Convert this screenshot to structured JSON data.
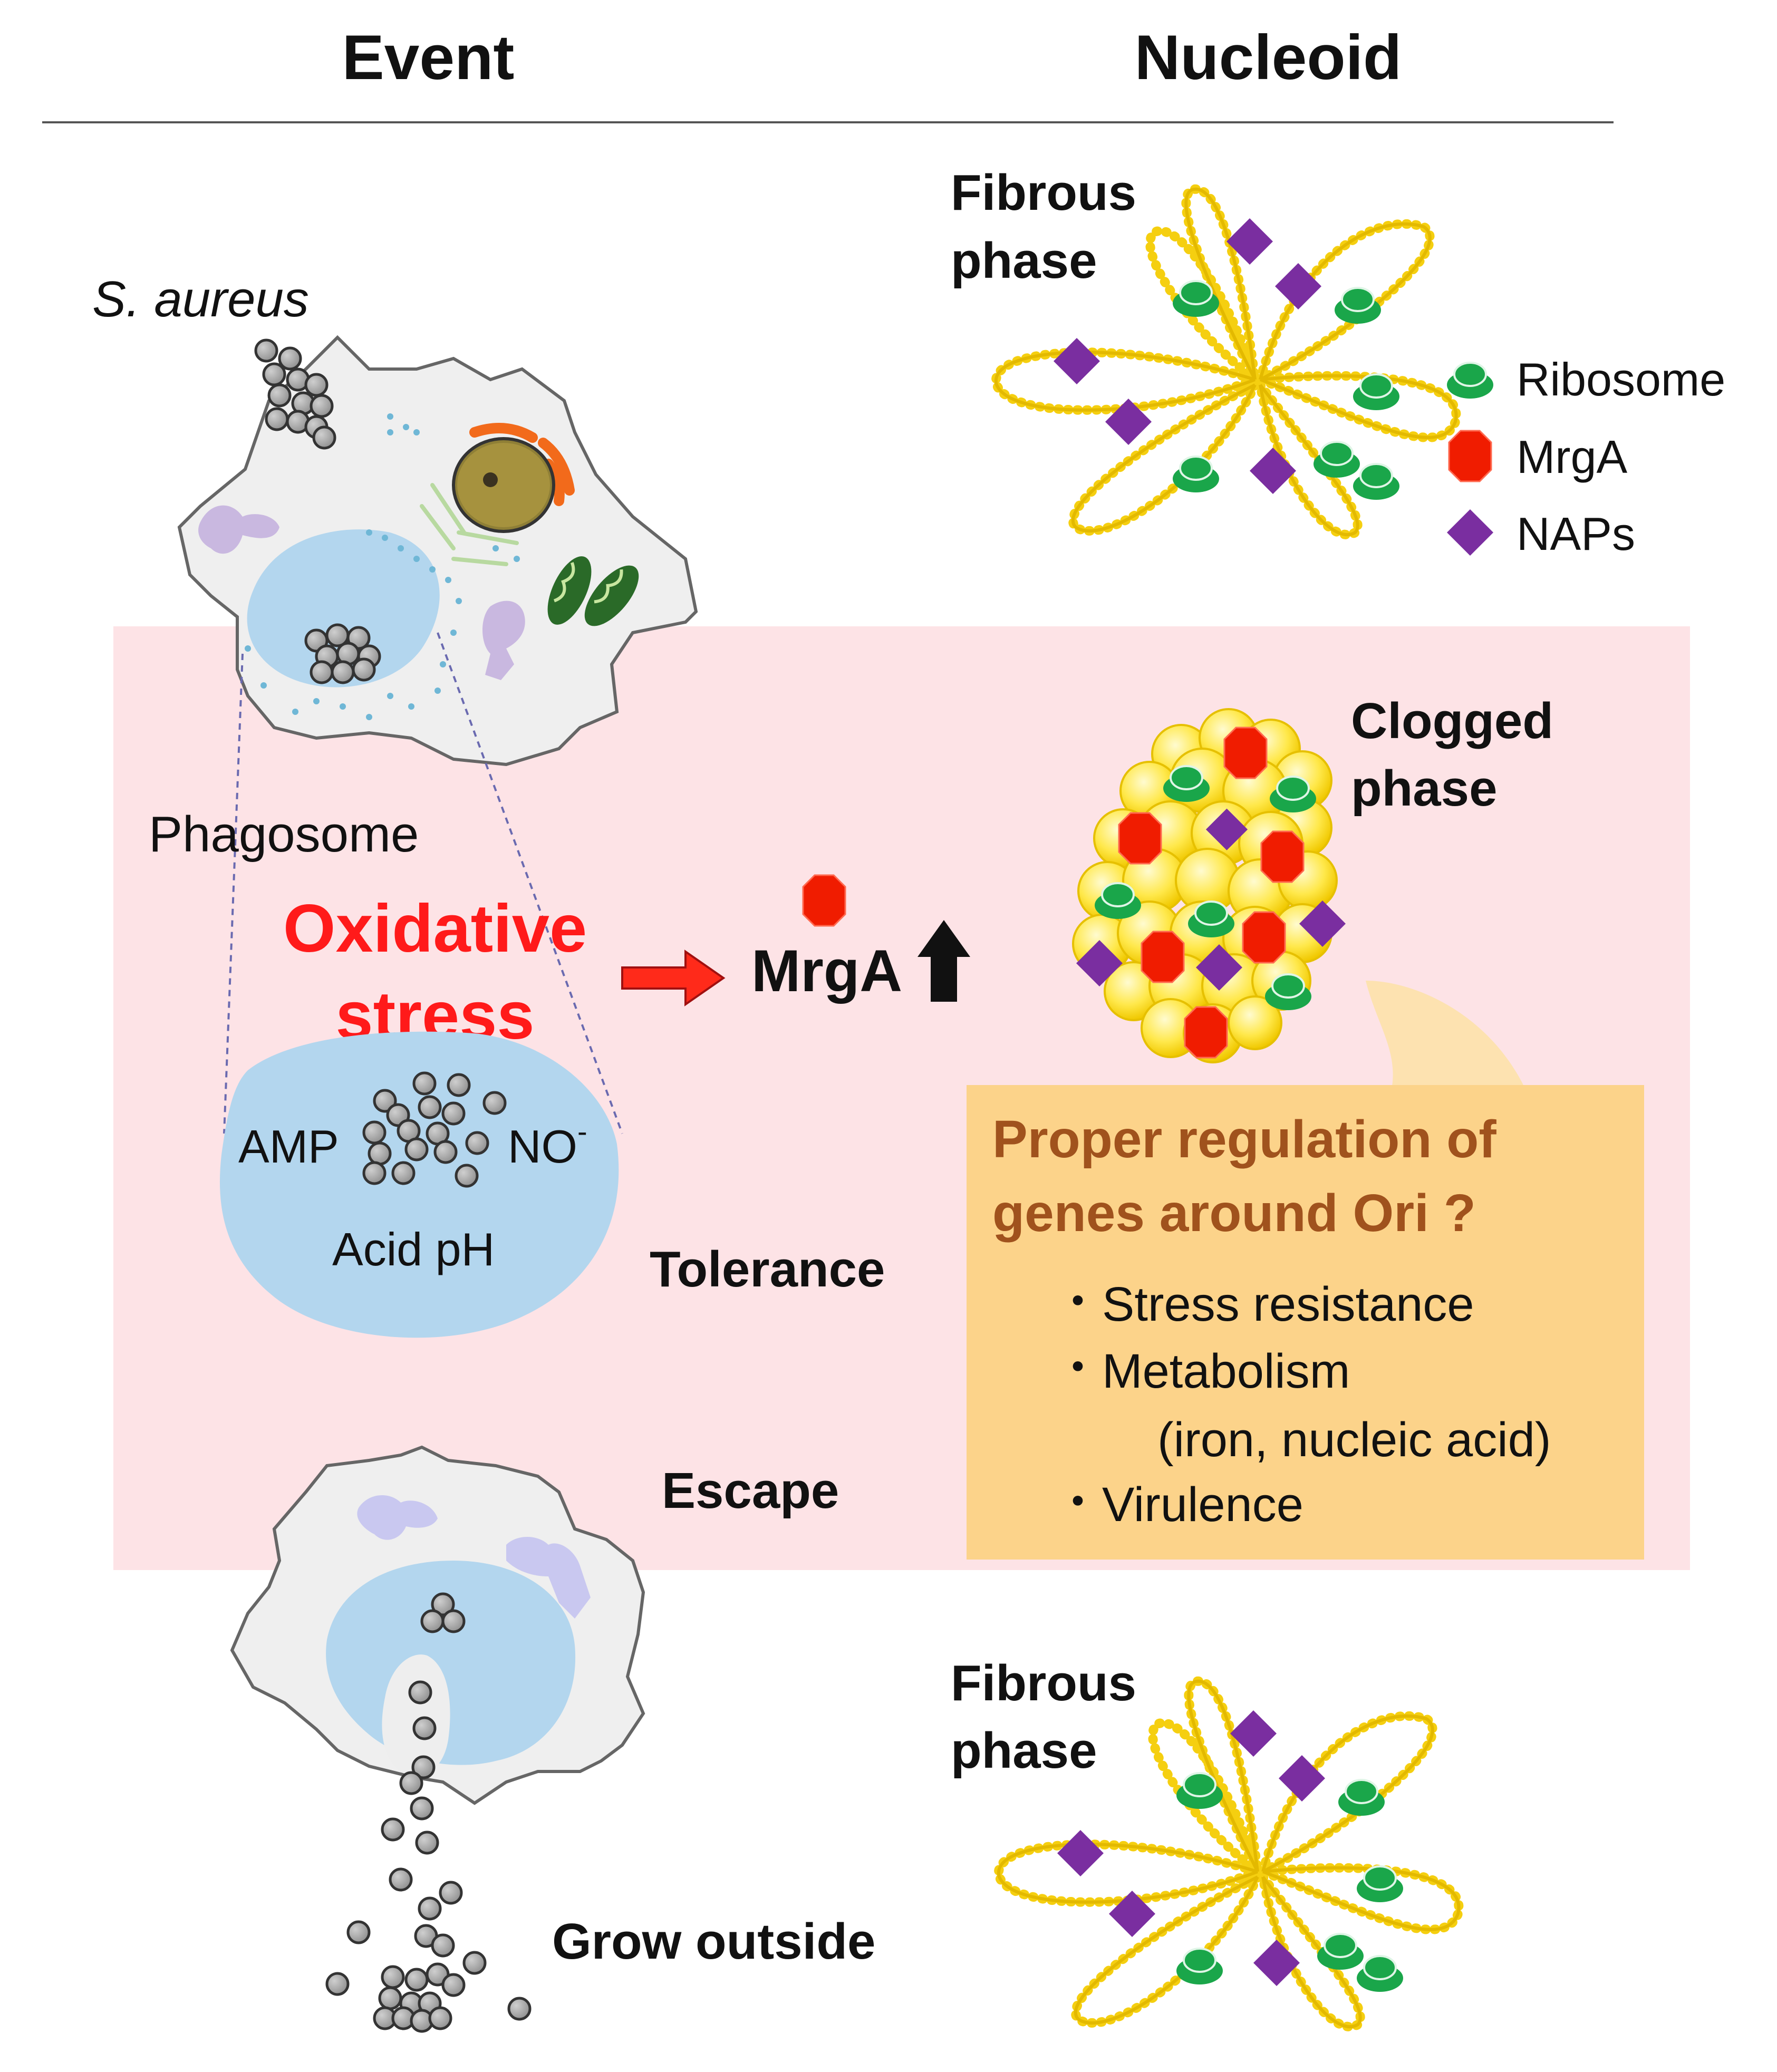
{
  "headers": {
    "event": "Event",
    "nucleoid": "Nucleoid"
  },
  "labels": {
    "species": "S. aureus",
    "phagosome": "Phagosome",
    "oxidative_line1": "Oxidative",
    "oxidative_line2": "stress",
    "amp": "AMP",
    "no": "NO",
    "no_sup": "-",
    "acid_ph": "Acid pH",
    "mrga_up": "MrgA",
    "tolerance": "Tolerance",
    "escape": "Escape",
    "grow_outside": "Grow outside",
    "fibrous_top_1": "Fibrous",
    "fibrous_top_2": "phase",
    "clogged_1": "Clogged",
    "clogged_2": "phase",
    "fibrous_bottom_1": "Fibrous",
    "fibrous_bottom_2": "phase"
  },
  "legend": {
    "ribosome": "Ribosome",
    "mrga": "MrgA",
    "naps": "NAPs"
  },
  "callout": {
    "title_line1": "Proper regulation of",
    "title_line2": "genes around Ori ?",
    "bullet": "・",
    "item1": "Stress resistance",
    "item2": "Metabolism",
    "item2_sub": "(iron, nucleic acid)",
    "item3": "Virulence"
  },
  "colors": {
    "pink_band": "#fde3e6",
    "callout_bg": "#fcd38a",
    "callout_tail": "#fde2b0",
    "ribosome": "#1aa64a",
    "mrga": "#f01c00",
    "naps": "#7a2ea0",
    "dna": "#f5cf10",
    "phagosome": "#b3d6ee",
    "cell": "#efefef"
  }
}
